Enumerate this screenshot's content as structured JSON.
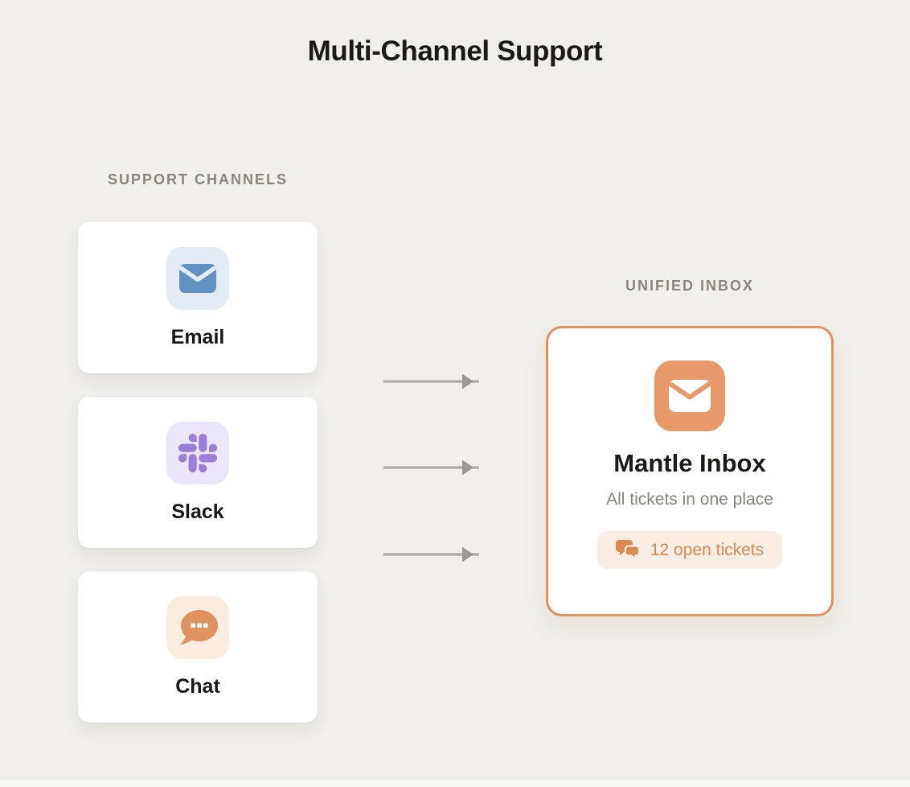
{
  "page": {
    "title": "Multi-Channel Support",
    "background_color": "#f0efeb",
    "section_label_color": "#8a867e"
  },
  "support_channels": {
    "section_label": "SUPPORT CHANNELS",
    "cards": [
      {
        "label": "Email",
        "icon": "envelope-icon",
        "icon_bg": "#e3ebf4",
        "icon_color": "#6191c2"
      },
      {
        "label": "Slack",
        "icon": "slack-icon",
        "icon_bg": "#ebe6f8",
        "icon_color": "#9b7ed8"
      },
      {
        "label": "Chat",
        "icon": "chat-bubble-icon",
        "icon_bg": "#fbece0",
        "icon_color": "#e0935f"
      }
    ]
  },
  "flow_arrows": {
    "count": 3,
    "direction": "right",
    "line_color": "#b2b0ac",
    "head_color": "#9b9995"
  },
  "unified_inbox": {
    "section_label": "UNIFIED INBOX",
    "card": {
      "title": "Mantle Inbox",
      "subtitle": "All tickets in one place",
      "border_color": "#e0935e",
      "icon": "envelope-icon",
      "icon_bg": "#e8996a",
      "badge": {
        "icon": "comments-icon",
        "text": "12 open tickets",
        "background": "#f9ede3",
        "text_color": "#d98952"
      }
    }
  }
}
